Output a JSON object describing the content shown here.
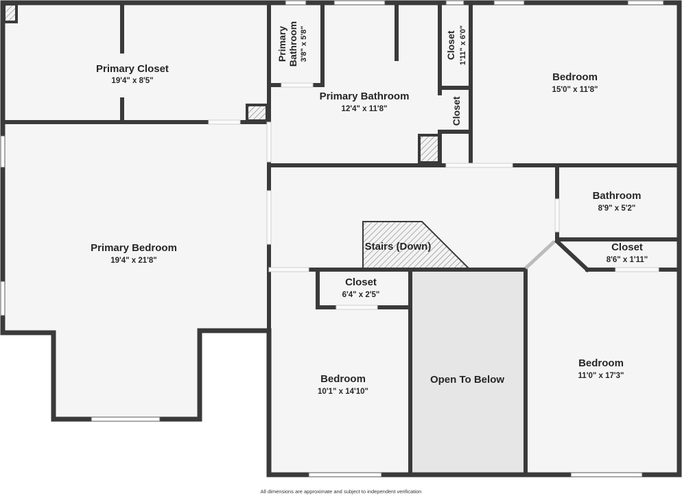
{
  "rooms": {
    "primary_closet": {
      "name": "Primary Closet",
      "dims": "19'4\" x 8'5\""
    },
    "primary_bath_small": {
      "name_line1": "Primary",
      "name_line2": "Bathroom",
      "dims": "3'8\" x 5'8\""
    },
    "primary_bathroom": {
      "name": "Primary Bathroom",
      "dims": "12'4\" x 11'8\""
    },
    "closet_top": {
      "name": "Closet",
      "dims": "1'11\" x 6'0\""
    },
    "closet_small": {
      "name": "Closet"
    },
    "bedroom_ne": {
      "name": "Bedroom",
      "dims": "15'0\" x 11'8\""
    },
    "primary_bedroom": {
      "name": "Primary Bedroom",
      "dims": "19'4\" x 21'8\""
    },
    "bathroom": {
      "name": "Bathroom",
      "dims": "8'9\" x 5'2\""
    },
    "closet_east": {
      "name": "Closet",
      "dims": "8'6\" x 1'11\""
    },
    "stairs": {
      "name": "Stairs (Down)"
    },
    "closet_mid": {
      "name": "Closet",
      "dims": "6'4\" x 2'5\""
    },
    "bedroom_sw": {
      "name": "Bedroom",
      "dims": "10'1\" x 14'10\""
    },
    "open_to_below": {
      "name": "Open To Below"
    },
    "bedroom_se": {
      "name": "Bedroom",
      "dims": "11'0\" x 17'3\""
    }
  },
  "footer": {
    "disclaimer": "All dimensions are approximate and subject to independent verification"
  },
  "colors": {
    "wall": "#3a3a3a",
    "floor": "#f5f5f5",
    "open_to_below": "#e6e6e6",
    "window": "#ffffff"
  }
}
